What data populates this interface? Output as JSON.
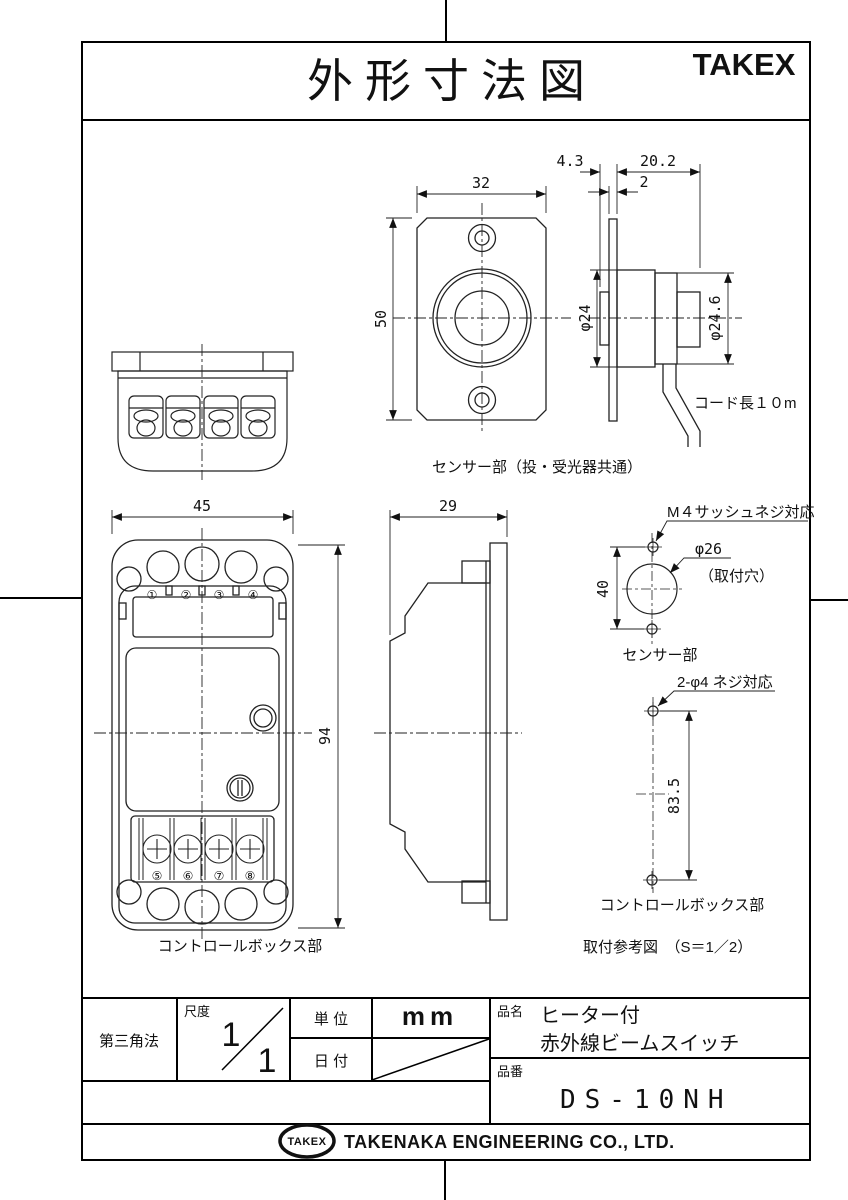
{
  "doc": {
    "title": "外形寸法図",
    "brand": "TAKEX"
  },
  "sensor": {
    "dim_width": "32",
    "dim_height": "50",
    "dim_front": "4.3",
    "dim_plate": "2",
    "dim_depth": "20.2",
    "dim_flange": "φ24",
    "dim_body": "φ24.6",
    "cord": "コード長１０m",
    "caption": "センサー部（投・受光器共通）"
  },
  "control_box": {
    "dim_width": "45",
    "dim_depth": "29",
    "dim_height": "94",
    "terminals_top": [
      "①",
      "②",
      "③",
      "④"
    ],
    "terminals_bottom": [
      "⑤",
      "⑥",
      "⑦",
      "⑧"
    ],
    "caption": "コントロールボックス部"
  },
  "mounting": {
    "sensor_screw_note": "M４サッシュネジ対応",
    "sensor_hole": "φ26",
    "sensor_hole_note": "（取付穴）",
    "sensor_pitch": "40",
    "sensor_caption": "センサー部",
    "box_screw_note": "2-φ4 ネジ対応",
    "box_pitch": "83.5",
    "box_caption": "コントロールボックス部",
    "figure_caption": "取付参考図　（S＝1／2）"
  },
  "title_block": {
    "projection": "第三角法",
    "scale_label": "尺度",
    "scale_numerator": "1",
    "scale_denominator": "1",
    "unit_label": "単 位",
    "unit_value": "mm",
    "date_label": "日 付",
    "product_label": "品名",
    "product_line1": "ヒーター付",
    "product_line2": "赤外線ビームスイッチ",
    "model_label": "品番",
    "model_value": "DS-10NH"
  },
  "footer": {
    "logo": "TAKEX",
    "company": "TAKENAKA ENGINEERING CO., LTD."
  }
}
